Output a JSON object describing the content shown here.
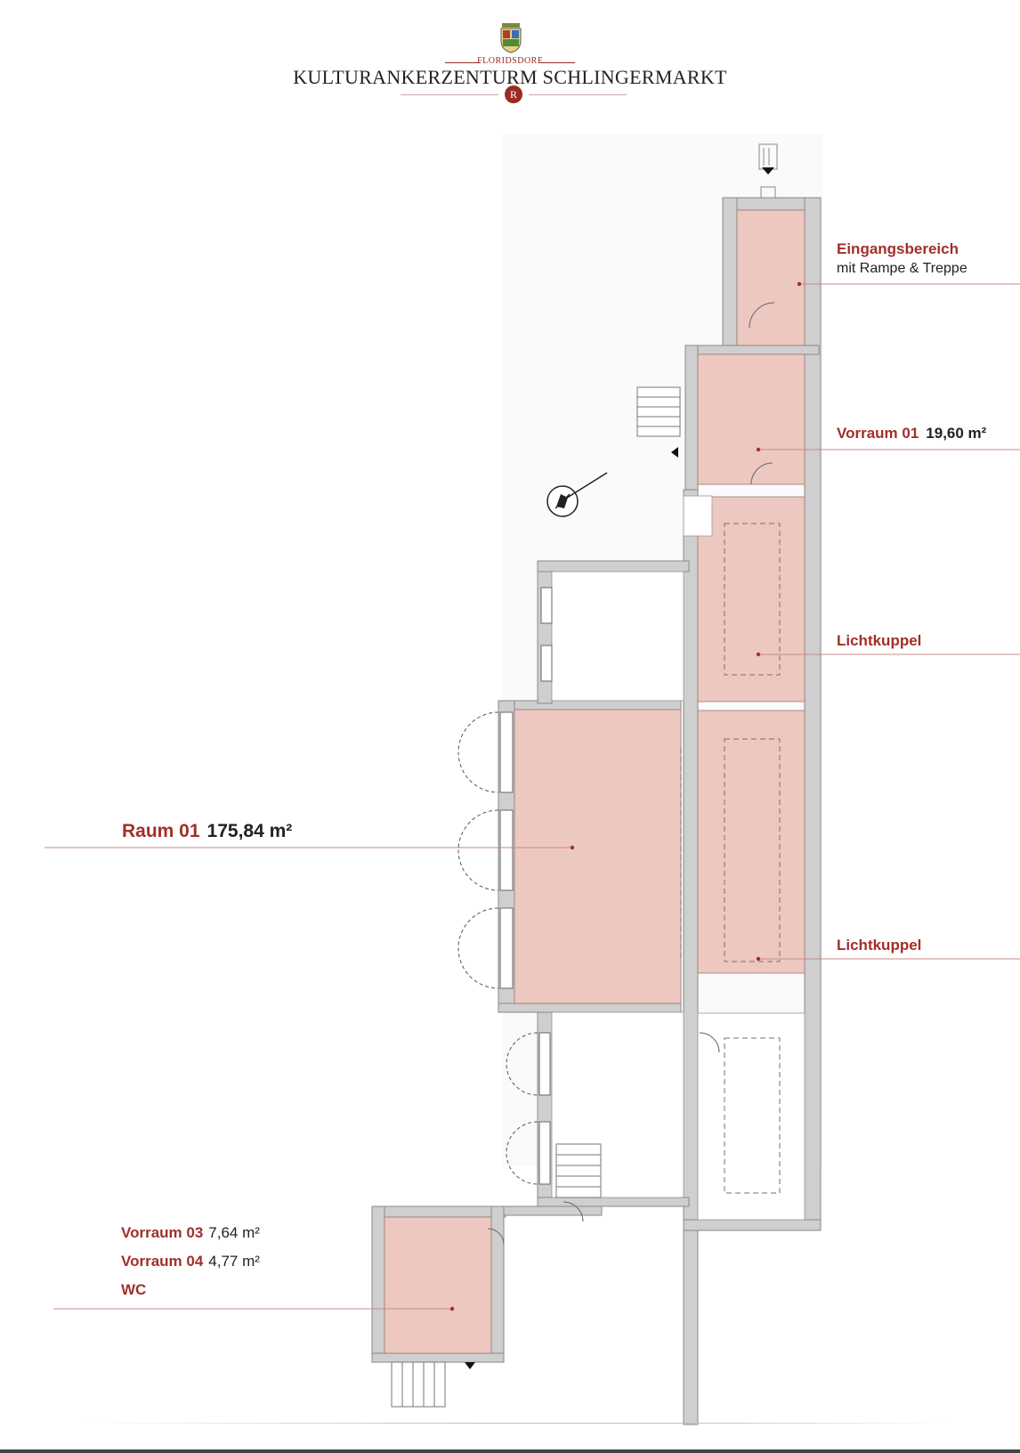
{
  "header": {
    "district": "FLORIDSDORF",
    "title": "KULTURANKERZENTURM SCHLINGERMARKT",
    "badge": "R"
  },
  "colors": {
    "accent": "#a0302a",
    "room_fill": "#ecc8c0",
    "wall": "#cfcfcf",
    "wall_edge": "#8a8a8a"
  },
  "rooms": {
    "eingang": {
      "name": "Eingangsbereich",
      "desc": "mit Rampe & Treppe"
    },
    "vorraum01": {
      "name": "Vorraum 01",
      "area": "19,60 m²"
    },
    "lichtkuppel1": {
      "name": "Lichtkuppel"
    },
    "raum01": {
      "name": "Raum 01",
      "area": "175,84 m²"
    },
    "lichtkuppel2": {
      "name": "Lichtkuppel"
    },
    "vorraum03": {
      "name": "Vorraum 03",
      "area": "7,64 m²"
    },
    "vorraum04": {
      "name": "Vorraum 04",
      "area": "4,77 m²"
    },
    "wc": {
      "name": "WC"
    }
  },
  "icons": [
    "coat-of-arms-icon",
    "north-arrow-icon",
    "entrance-arrow-icon"
  ]
}
